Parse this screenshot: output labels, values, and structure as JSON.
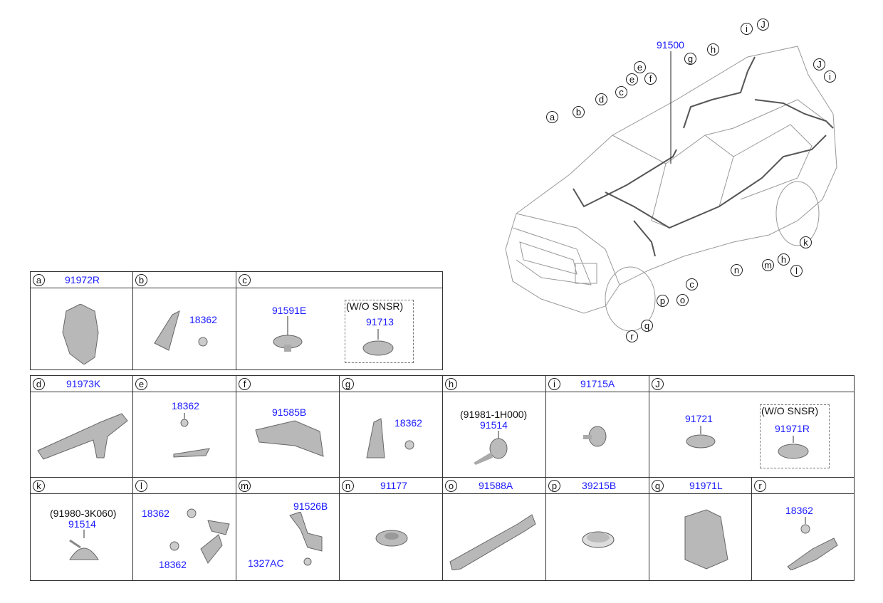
{
  "main_harness": "91500",
  "callouts": [
    "a",
    "b",
    "d",
    "c",
    "e",
    "e",
    "f",
    "g",
    "h",
    "i",
    "J",
    "J",
    "i",
    "k",
    "h",
    "l",
    "m",
    "n",
    "c",
    "o",
    "p",
    "q",
    "r"
  ],
  "cells": {
    "a": {
      "letter": "a",
      "part": "91972R"
    },
    "b": {
      "letter": "b",
      "part": "18362"
    },
    "c": {
      "letter": "c",
      "part": "91591E",
      "note": "(W/O SNSR)",
      "alt_part": "91713"
    },
    "d": {
      "letter": "d",
      "part": "91973K"
    },
    "e": {
      "letter": "e",
      "part": "18362"
    },
    "f": {
      "letter": "f",
      "part": "91585B"
    },
    "g": {
      "letter": "g",
      "part": "18362"
    },
    "h": {
      "letter": "h",
      "note": "(91981-1H000)",
      "part": "91514"
    },
    "i": {
      "letter": "i",
      "part": "91715A"
    },
    "J": {
      "letter": "J",
      "part": "91721",
      "note": "(W/O SNSR)",
      "alt_part": "91971R"
    },
    "k": {
      "letter": "k",
      "note": "(91980-3K060)",
      "part": "91514"
    },
    "l": {
      "letter": "l",
      "part": "18362",
      "part2": "18362"
    },
    "m": {
      "letter": "m",
      "part": "91526B",
      "part2": "1327AC"
    },
    "n": {
      "letter": "n",
      "part": "91177"
    },
    "o": {
      "letter": "o",
      "part": "91588A"
    },
    "p": {
      "letter": "p",
      "part": "39215B"
    },
    "q": {
      "letter": "q",
      "part": "91971L"
    },
    "r": {
      "letter": "r",
      "part": "18362"
    }
  },
  "colors": {
    "part_number": "#1a1aff",
    "line": "#333333",
    "part_fill": "#b8b8b8"
  }
}
